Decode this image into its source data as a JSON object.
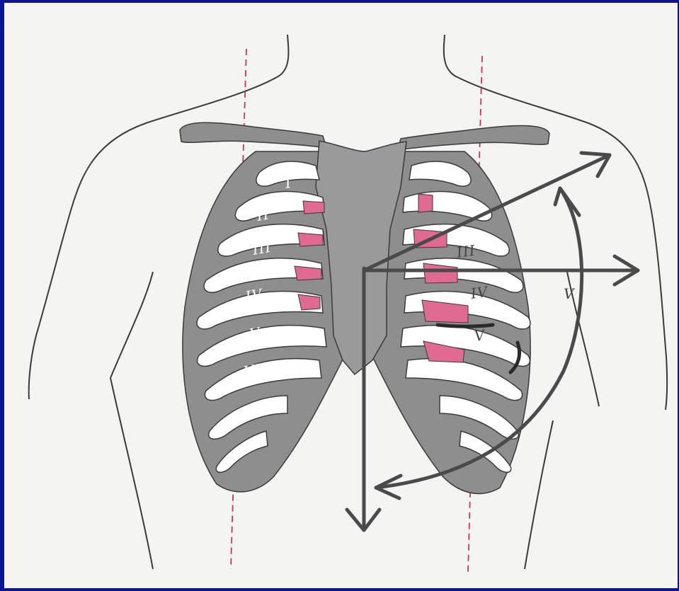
{
  "figure": {
    "left_rib_labels": [
      "I",
      "II",
      "III",
      "IV",
      "V",
      "VI"
    ],
    "right_rib_labels": [
      "III",
      "IV",
      "V",
      "V"
    ],
    "colors": {
      "frame_border": "#0b1496",
      "background": "#f4f4f2",
      "bone": "#8e8e8e",
      "cartilage_highlight": "#e06a92",
      "outline": "#3a3a3a",
      "axis_arrows": "#4a4a4a",
      "midclavicular_lines": "#c0394f"
    },
    "arrows": [
      "axis-down",
      "axis-right",
      "axis-upper-right",
      "rotation-arc"
    ]
  }
}
